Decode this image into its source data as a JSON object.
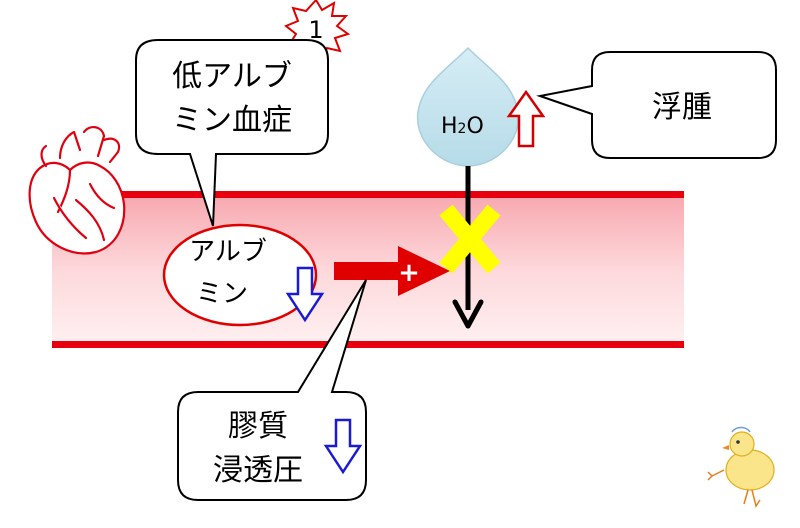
{
  "badge": {
    "number": "1"
  },
  "callout_hypoalbuminemia": {
    "line1": "低アルブ",
    "line2": "ミン血症"
  },
  "albumin": {
    "line1": "アルブ",
    "line2": "ミン",
    "trend": "down"
  },
  "water": {
    "prefix": "H",
    "subscript": "2",
    "suffix": "O",
    "trend": "up"
  },
  "callout_edema": {
    "text": "浮腫"
  },
  "callout_oncotic": {
    "line1": "膠質",
    "line2": "浸透圧",
    "trend": "down"
  },
  "pressure_arrow": {
    "sign": "+"
  },
  "colors": {
    "vessel_wall": "#e8000f",
    "vessel_fill": "#fbd0d3",
    "droplet": "#bfe0ec",
    "up_arrow": "#d40000",
    "down_arrow": "#1a1ad4",
    "block_mark": "#ffff00",
    "badge_star": "#e00000"
  },
  "icons": [
    "heart-illustration",
    "chick-mascot",
    "starburst-badge"
  ]
}
